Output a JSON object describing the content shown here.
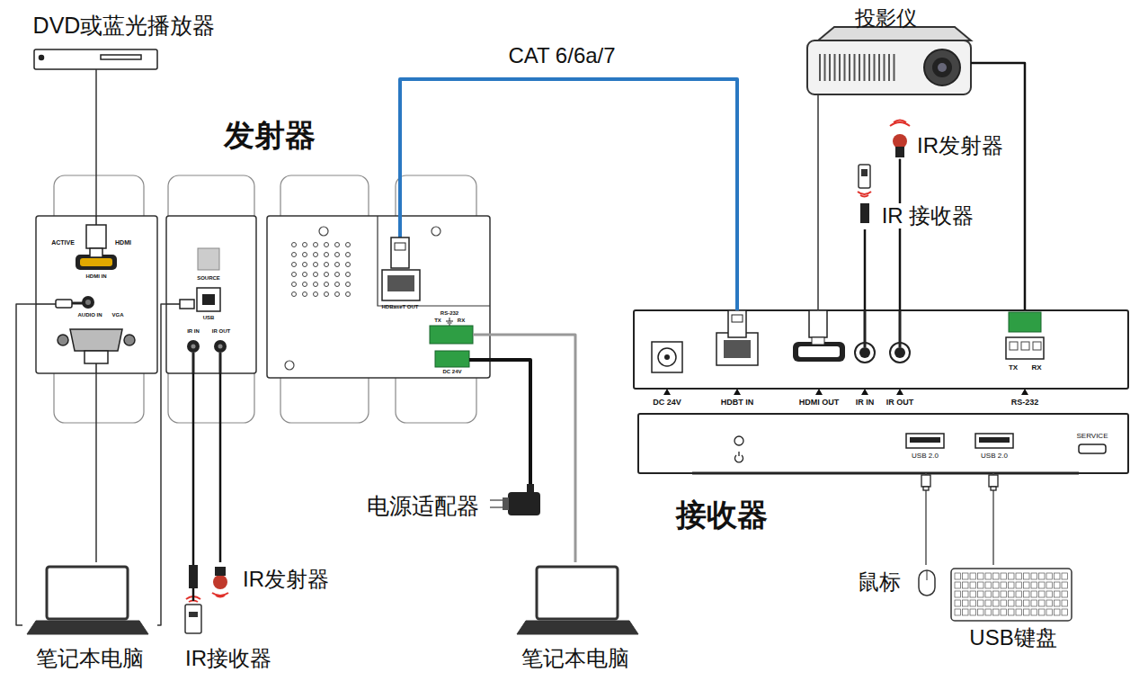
{
  "diagram": {
    "nodes": [
      {
        "text": [
          "DVD或蓝光播放器"
        ]
      },
      {
        "text": [
          "发射器"
        ]
      },
      {
        "text": [
          "ACTIVE",
          "HDMI",
          "HDMI IN",
          "AUDIO IN",
          "VGA"
        ],
        "in": 1
      },
      {
        "text": [
          "SOURCE",
          "USB",
          "IR IN",
          "IR OUT"
        ],
        "in": 1
      },
      {
        "text": [
          "HDBaseT OUT",
          "RS-232",
          "TX",
          "RX",
          "DC 24V"
        ],
        "in": 1
      },
      {
        "text": [
          "笔记本电脑"
        ]
      },
      {
        "text": [
          "IR接收器"
        ]
      },
      {
        "text": [
          "IR发射器"
        ]
      },
      {
        "text": [
          "电源适配器"
        ]
      },
      {
        "text": [
          "笔记本电脑"
        ]
      },
      {
        "text": [
          "投影仪"
        ]
      },
      {
        "text": [
          "IR发射器"
        ]
      },
      {
        "text": [
          "IR 接收器"
        ]
      },
      {
        "text": [
          "接收器"
        ]
      },
      {
        "text": [
          "DC 24V",
          "HDBT IN",
          "HDMI OUT",
          "IR IN",
          "IR OUT",
          "RS-232",
          "TX",
          "RX"
        ],
        "in": 13
      },
      {
        "text": [
          "USB 2.0",
          "USB 2.0",
          "SERVICE"
        ],
        "in": 13
      },
      {
        "text": [
          "鼠标"
        ]
      },
      {
        "text": [
          "USB键盘"
        ]
      }
    ],
    "edges": [
      {
        "from": 0,
        "to": 2,
        "arrow": "none"
      },
      {
        "from": 5,
        "to": 2,
        "arrow": "none"
      },
      {
        "from": 5,
        "to": 2,
        "arrow": "none"
      },
      {
        "from": 5,
        "to": 3,
        "arrow": "none"
      },
      {
        "from": 6,
        "to": 3,
        "arrow": "none"
      },
      {
        "from": 7,
        "to": 3,
        "arrow": "none"
      },
      {
        "from": 8,
        "to": 4,
        "arrow": "none"
      },
      {
        "from": 9,
        "to": 4,
        "arrow": "none"
      },
      {
        "from": 4,
        "to": 14,
        "label": "CAT 6/6a/7",
        "arrow": "none"
      },
      {
        "from": 10,
        "to": 14,
        "arrow": "none"
      },
      {
        "from": 12,
        "to": 14,
        "arrow": "none"
      },
      {
        "from": 11,
        "to": 14,
        "arrow": "none"
      },
      {
        "from": 10,
        "to": 14,
        "arrow": "none"
      },
      {
        "from": 16,
        "to": 15,
        "arrow": "none"
      },
      {
        "from": 17,
        "to": 15,
        "arrow": "none"
      }
    ]
  }
}
